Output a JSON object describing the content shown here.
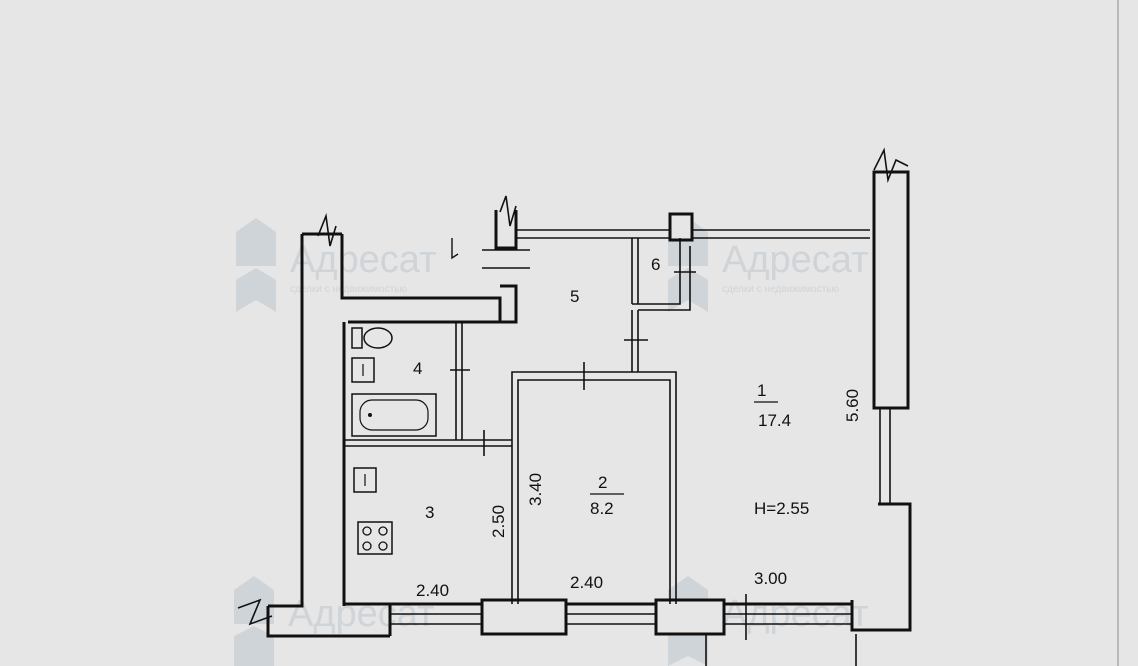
{
  "watermark": {
    "text": "Адресат",
    "subtitle": "сделки с недвижимостью",
    "color": "#cfd4d8"
  },
  "rooms": [
    {
      "number": "1",
      "area": "17.4"
    },
    {
      "number": "2",
      "area": "8.2"
    },
    {
      "number": "3"
    },
    {
      "number": "4"
    },
    {
      "number": "5"
    },
    {
      "number": "6"
    }
  ],
  "ceiling_height": "H=2.55",
  "dimensions": {
    "d_560": "5.60",
    "d_340": "3.40",
    "d_250": "2.50",
    "d_240_left": "2.40",
    "d_240_mid": "2.40",
    "d_300": "3.00"
  }
}
